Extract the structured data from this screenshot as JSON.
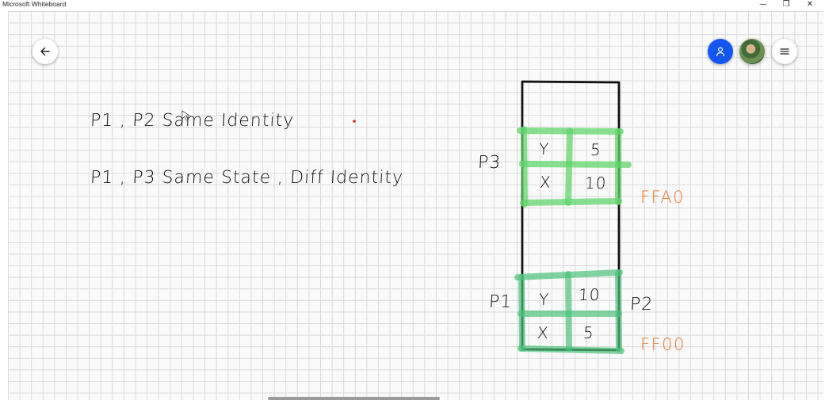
{
  "window": {
    "title": "Microsoft Whiteboard",
    "minimize_glyph": "—",
    "restore_glyph": "❐",
    "close_glyph": "✕"
  },
  "toolbar": {
    "back_icon": "arrow-left-icon",
    "share_icon": "person-icon",
    "menu_icon": "hamburger-menu-icon",
    "share_color": "#1456f0"
  },
  "board": {
    "line1": "P1 , P2 Same Identity",
    "line2": "P1 , P3 Same State , Diff Identity",
    "p3_label": "P3",
    "p1_label": "P1",
    "p2_label": "P2",
    "addr_top": "FFA0",
    "addr_bottom": "FF00",
    "top_box": {
      "row1_key": "Y",
      "row1_val": "5",
      "row2_key": "X",
      "row2_val": "10"
    },
    "bottom_box": {
      "row1_key": "Y",
      "row1_val": "10",
      "row2_key": "X",
      "row2_val": "5"
    },
    "ink_color": "#111111",
    "highlight_color": "#5fd46a",
    "address_color": "#e0782a"
  }
}
